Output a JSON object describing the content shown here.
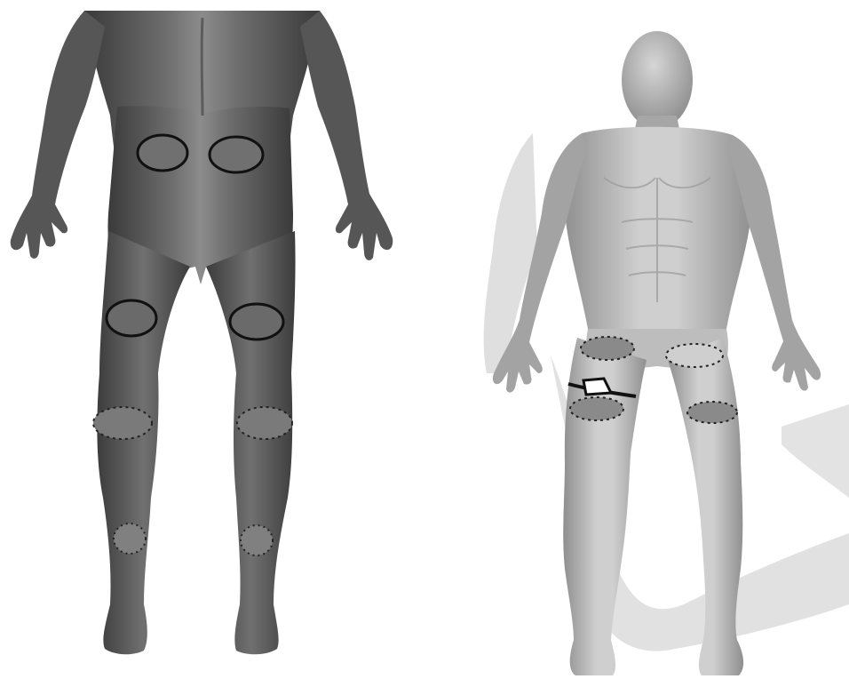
{
  "figure": {
    "panels": [
      {
        "id": "posterior-view",
        "view": "back"
      },
      {
        "id": "anterior-view",
        "view": "front"
      }
    ],
    "colors": {
      "background": "#ffffff",
      "body_back_dark": "#3f3f3f",
      "body_back_light": "#8a8a8a",
      "body_front_light": "#c9c9c9",
      "body_front_mid": "#9e9e9e",
      "shadow": "#d9d9d9",
      "marker_outline": "#111111",
      "marker_fill_back": "#6b6b6b",
      "marker_fill_front": "#8c8c8c",
      "device_fill": "#ffffff"
    }
  }
}
